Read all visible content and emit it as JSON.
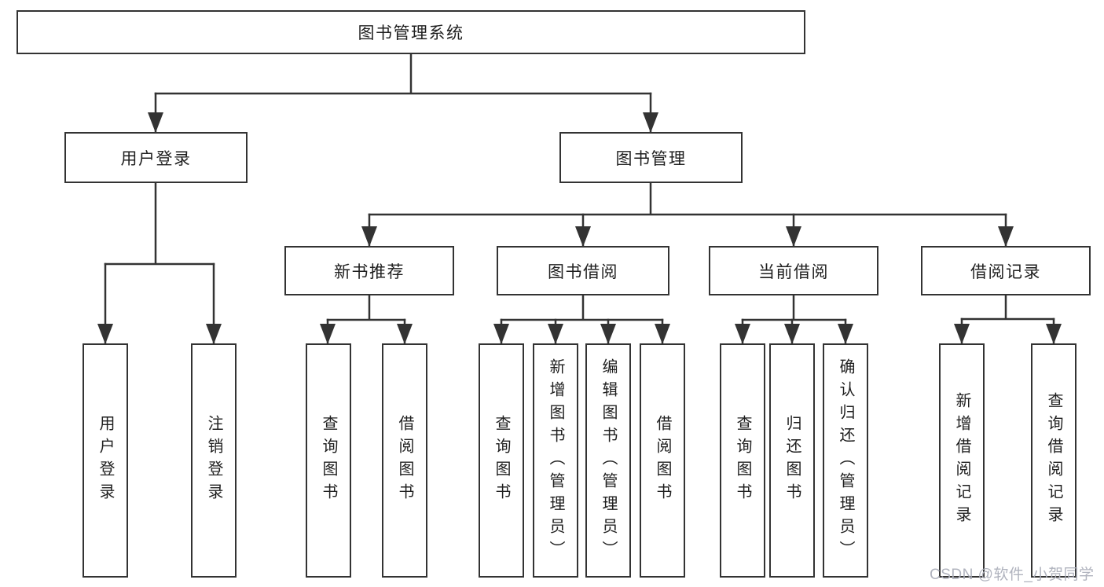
{
  "diagram": {
    "type": "hierarchy-tree",
    "colors": {
      "line": "#333333",
      "box_border": "#333333",
      "box_fill": "#ffffff",
      "text": "#1f1f1f",
      "watermark_text": "#acafbb",
      "background": "#ffffff"
    },
    "tree": {
      "label": "图书管理系统",
      "children": [
        {
          "label": "用户登录",
          "children": [
            {
              "label": "用户登录"
            },
            {
              "label": "注销登录"
            }
          ]
        },
        {
          "label": "图书管理",
          "children": [
            {
              "label": "新书推荐",
              "children": [
                {
                  "label": "查询图书"
                },
                {
                  "label": "借阅图书"
                }
              ]
            },
            {
              "label": "图书借阅",
              "children": [
                {
                  "label": "查询图书"
                },
                {
                  "label": "新增图书（管理员）"
                },
                {
                  "label": "编辑图书（管理员）"
                },
                {
                  "label": "借阅图书"
                }
              ]
            },
            {
              "label": "当前借阅",
              "children": [
                {
                  "label": "查询图书"
                },
                {
                  "label": "归还图书"
                },
                {
                  "label": "确认归还（管理员）"
                }
              ]
            },
            {
              "label": "借阅记录",
              "children": [
                {
                  "label": "新增借阅记录"
                },
                {
                  "label": "查询借阅记录"
                }
              ]
            }
          ]
        }
      ]
    },
    "watermark": "CSDN @软件_小贺同学"
  }
}
